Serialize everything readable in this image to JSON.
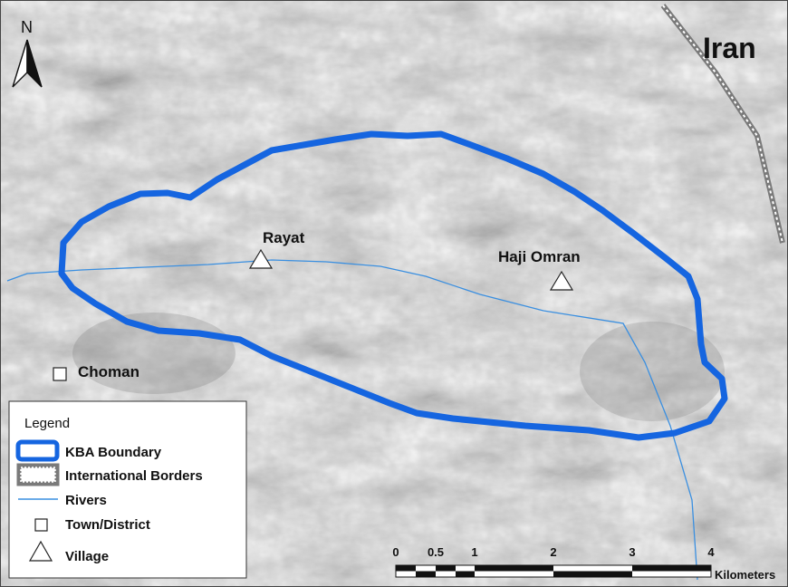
{
  "map": {
    "country_label": "Iran",
    "north_label": "N",
    "places": {
      "rayat": "Rayat",
      "haji_omran": "Haji Omran",
      "choman": "Choman"
    }
  },
  "legend": {
    "title": "Legend",
    "items": [
      {
        "label": "KBA Boundary",
        "symbol": "kba-boundary"
      },
      {
        "label": "International Borders",
        "symbol": "international-border"
      },
      {
        "label": "Rivers",
        "symbol": "river"
      },
      {
        "label": "Town/District",
        "symbol": "town-square"
      },
      {
        "label": "Village",
        "symbol": "village-triangle"
      }
    ]
  },
  "scale_bar": {
    "ticks": [
      "0",
      "0.5",
      "1",
      "2",
      "3",
      "4"
    ],
    "unit": "Kilometers"
  },
  "colors": {
    "kba_boundary": "#1565e0",
    "river": "#3a8fe0",
    "border": "#7a7a7a",
    "terrain_base": "#e2e2e2"
  }
}
